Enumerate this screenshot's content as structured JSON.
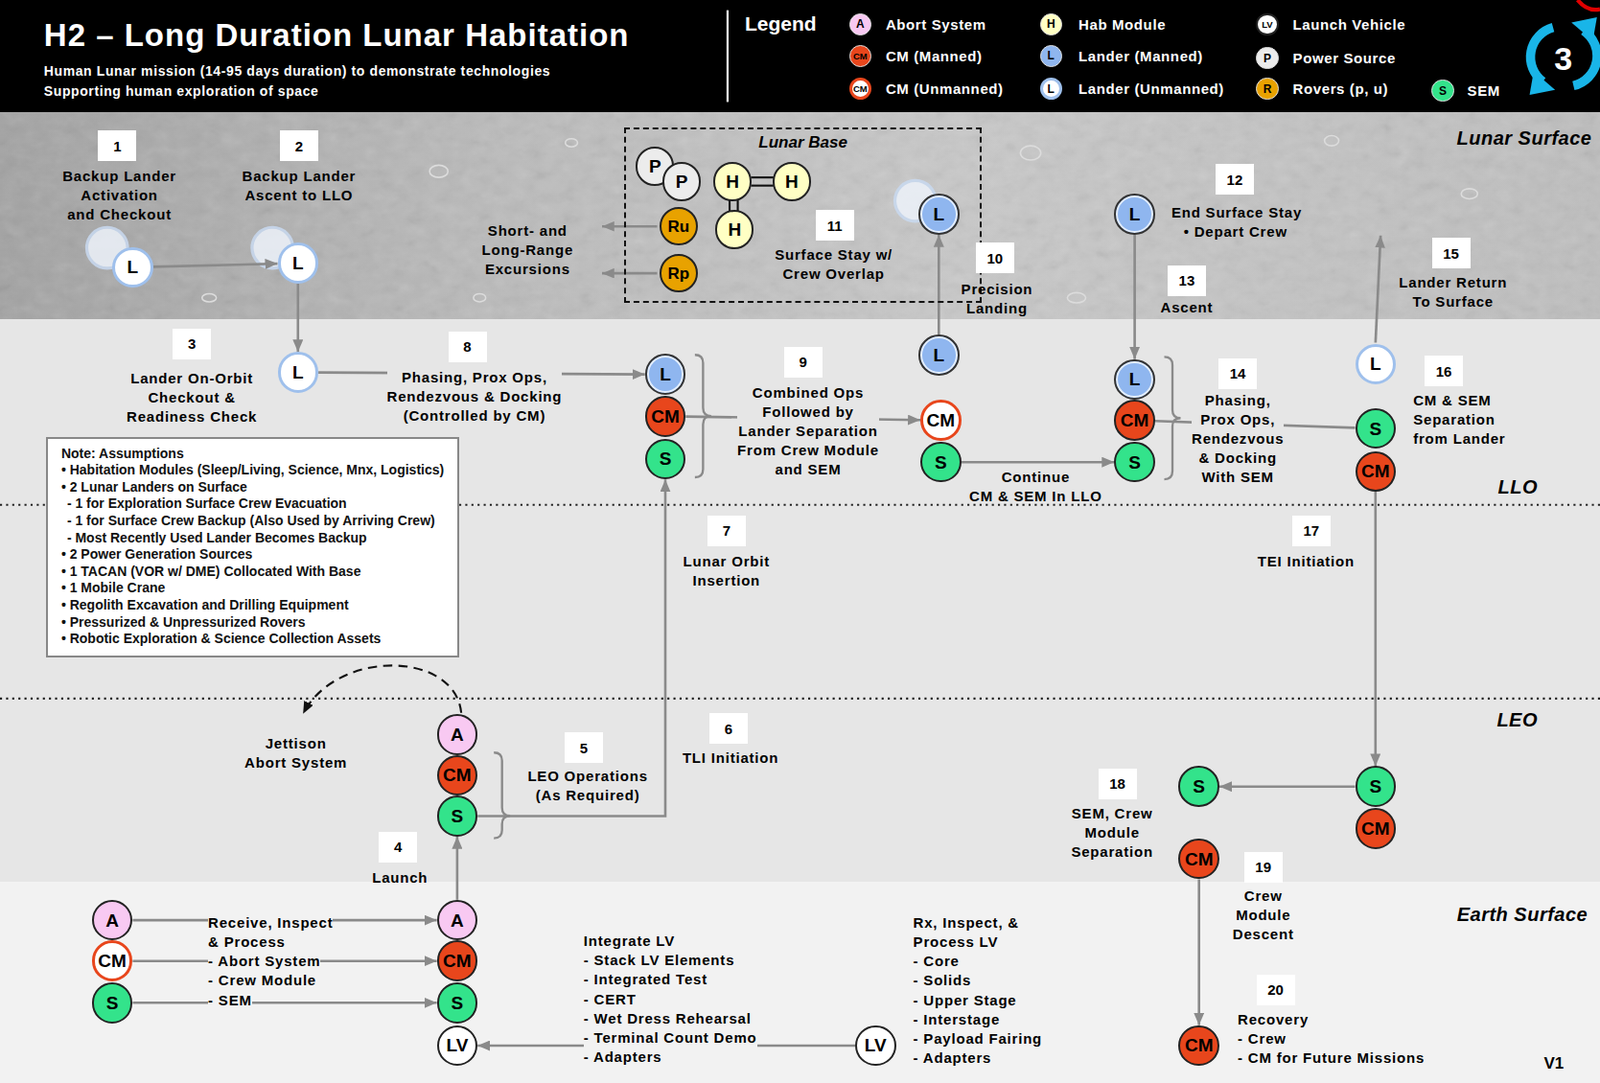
{
  "diagram": {
    "title": "H2 – Long Duration Lunar Habitation",
    "nodes": [
      {
        "text": [
          "L"
        ]
      },
      {
        "text": [
          "L"
        ]
      },
      {
        "text": [
          "Lunar Base"
        ]
      },
      {
        "text": [
          "P"
        ],
        "in": 2
      },
      {
        "text": [
          "P"
        ],
        "in": 2
      },
      {
        "text": [
          "H"
        ],
        "in": 2
      },
      {
        "text": [
          "H"
        ],
        "in": 2
      },
      {
        "text": [
          "Ru"
        ],
        "in": 2
      },
      {
        "text": [
          "H"
        ],
        "in": 2
      },
      {
        "text": [
          "Rp"
        ],
        "in": 2
      },
      {
        "text": [
          "L"
        ]
      },
      {
        "text": [
          "L"
        ]
      },
      {
        "text": [
          "L"
        ]
      },
      {
        "text": [
          "L"
        ]
      },
      {
        "text": [
          "CM"
        ]
      },
      {
        "text": [
          "S"
        ]
      },
      {
        "text": [
          "L"
        ]
      },
      {
        "text": [
          "CM"
        ]
      },
      {
        "text": [
          "S"
        ]
      },
      {
        "text": [
          "L"
        ]
      },
      {
        "text": [
          "CM"
        ]
      },
      {
        "text": [
          "S"
        ]
      },
      {
        "text": [
          "L"
        ]
      },
      {
        "text": [
          "S"
        ]
      },
      {
        "text": [
          "CM"
        ]
      },
      {
        "text": [
          "Note: Assumptions",
          "• Habitation Modules (Sleep/Living, Science, Mnx, Logistics)",
          "• 2 Lunar Landers on Surface",
          "- 1 for Exploration Surface Crew Evacuation",
          "- 1 for Surface Crew Backup (Also Used by Arriving Crew)",
          "- Most Recently Used Lander Becomes Backup",
          "• 2 Power Generation Sources",
          "• 1 TACAN (VOR w/ DME) Collocated With Base",
          "• 1 Mobile Crane",
          "• Regolith Excavation and Drilling Equipment",
          "• Pressurized & Unpressurized Rovers",
          "• Robotic Exploration & Science Collection Assets"
        ]
      },
      {
        "text": [
          "A"
        ]
      },
      {
        "text": [
          "CM"
        ]
      },
      {
        "text": [
          "S"
        ]
      },
      {
        "text": [
          "S"
        ]
      },
      {
        "text": [
          "S"
        ]
      },
      {
        "text": [
          "CM"
        ]
      },
      {
        "text": [
          "CM"
        ]
      },
      {
        "text": [
          "A"
        ]
      },
      {
        "text": [
          "A"
        ]
      },
      {
        "text": [
          "CM"
        ]
      },
      {
        "text": [
          "CM"
        ]
      },
      {
        "text": [
          "S"
        ]
      },
      {
        "text": [
          "S"
        ]
      },
      {
        "text": [
          "LV"
        ]
      },
      {
        "text": [
          "LV"
        ]
      },
      {
        "text": [
          "CM"
        ]
      }
    ],
    "edges": [
      {
        "from": 0,
        "to": 1,
        "arrow": "to"
      },
      {
        "from": 1,
        "to": 12,
        "arrow": "to"
      },
      {
        "from": 12,
        "to": 13,
        "arrow": "to",
        "label": "Phasing, Prox Ops, Rendezvous & Docking (Controlled by CM)"
      },
      {
        "from": 14,
        "to": 17,
        "arrow": "to",
        "label": "Combined Ops Followed by Lander Separation From Crew Module and SEM"
      },
      {
        "from": 16,
        "to": 10,
        "arrow": "to"
      },
      {
        "from": 18,
        "to": 21,
        "arrow": "to",
        "label": "Continue CM & SEM In LLO"
      },
      {
        "from": 11,
        "to": 19,
        "arrow": "to"
      },
      {
        "from": 20,
        "to": 23,
        "arrow": "none",
        "label": "Phasing, Prox Ops, Rendezvous & Docking With SEM"
      },
      {
        "from": 24,
        "to": 30,
        "arrow": "to"
      },
      {
        "from": 30,
        "to": 29,
        "arrow": "to"
      },
      {
        "from": 32,
        "to": 41,
        "arrow": "to"
      },
      {
        "from": 34,
        "to": 28,
        "arrow": "to"
      },
      {
        "from": 28,
        "to": 15,
        "arrow": "to"
      },
      {
        "from": 33,
        "to": 34,
        "arrow": "to"
      },
      {
        "from": 35,
        "to": 36,
        "arrow": "to"
      },
      {
        "from": 37,
        "to": 38,
        "arrow": "to"
      },
      {
        "from": 40,
        "to": 39,
        "arrow": "to"
      }
    ],
    "labels": [
      "Human Lunar mission (14-95 days duration) to demonstrate technologies Supporting human exploration of space",
      "Legend",
      "A",
      "CM",
      "CM",
      "H",
      "L",
      "L",
      "LV",
      "P",
      "R",
      "S",
      "3",
      "Lunar Surface",
      "LLO",
      "LEO",
      "Earth Surface",
      "1",
      "2",
      "3",
      "4",
      "5",
      "6",
      "7",
      "8",
      "9",
      "10",
      "11",
      "12",
      "13",
      "14",
      "15",
      "16",
      "17",
      "18",
      "19",
      "20",
      "Backup Lander Activation and Checkout",
      "Backup Lander Ascent to LLO",
      "Short- and Long-Range Excursions",
      "Surface Stay w/ Crew Overlap",
      "Precision Landing",
      "End Surface Stay",
      "• Depart Crew",
      "Ascent",
      "Lander Return To Surface",
      "Lander On-Orbit Checkout & Readiness Check",
      "CM & SEM Separation from Lander",
      "Lunar Orbit Insertion",
      "TEI Initiation",
      "Jettison Abort System",
      "TLI Initiation",
      "LEO Operations (As Required)",
      "SEM, Crew Module Separation",
      "Launch",
      "Crew Module Descent",
      "Receive, Inspect & Process",
      "- Abort System",
      "- Crew Module",
      "- SEM",
      "Integrate LV",
      "- Stack LV Elements",
      "- Integrated Test",
      "- CERT",
      "- Wet Dress Rehearsal",
      "- Terminal Count Demo",
      "- Adapters",
      "Rx, Inspect, & Process LV",
      "- Core",
      "- Solids",
      "- Upper Stage",
      "- Interstage",
      "- Payload Fairing",
      "- Adapters",
      "Recovery",
      "- Crew",
      "- CM for Future Missions",
      "V1"
    ],
    "legend": [
      {
        "text": "Abort System",
        "color": "#f8c9f2"
      },
      {
        "text": "CM (Manned)",
        "color": "#e8461c"
      },
      {
        "text": "CM (Unmanned)"
      },
      {
        "text": "Hab Module",
        "color": "#ffffc4"
      },
      {
        "text": "Lander (Manned)",
        "color": "#8fb6ef"
      },
      {
        "text": "Lander (Unmanned)"
      },
      {
        "text": "Launch Vehicle"
      },
      {
        "text": "Power Source",
        "color": "#ececec"
      },
      {
        "text": "Rovers (p, u)",
        "color": "#e8a200"
      },
      {
        "text": "SEM",
        "color": "#33e38b"
      }
    ]
  }
}
